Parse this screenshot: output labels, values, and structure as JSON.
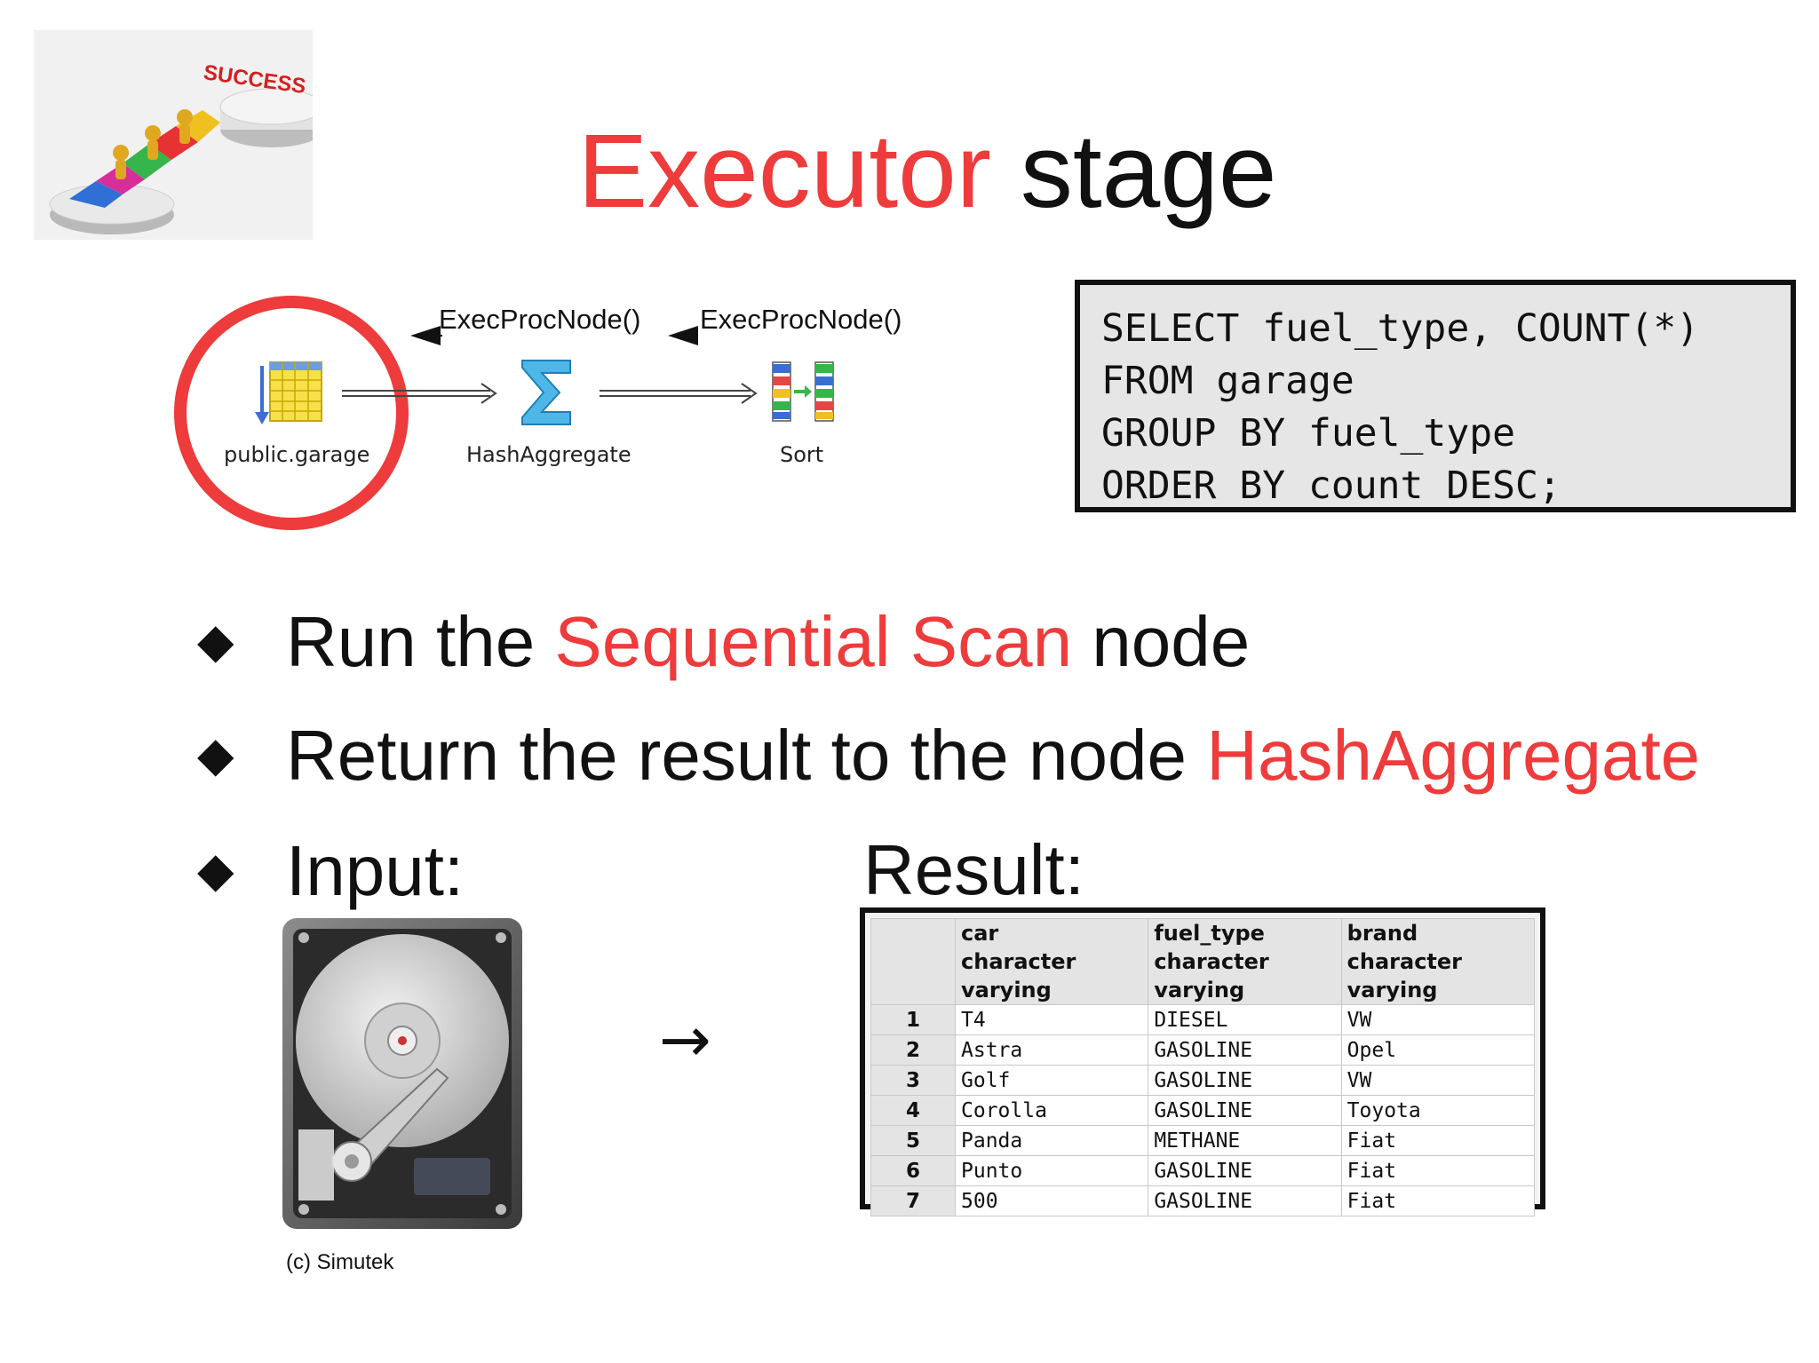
{
  "slide": {
    "title_accent": "Executor",
    "title_rest": " stage",
    "success_text": "SUCCESS"
  },
  "plan": {
    "call_1": "ExecProcNode()",
    "call_2": "ExecProcNode()",
    "nodes": [
      {
        "label": "public.garage",
        "icon": "table-scan-icon"
      },
      {
        "label": "HashAggregate",
        "icon": "sigma-icon"
      },
      {
        "label": "Sort",
        "icon": "sort-icon"
      }
    ],
    "highlight_color": "#ee3b3b"
  },
  "sql": {
    "lines": [
      "SELECT fuel_type, COUNT(*)",
      "FROM garage",
      "GROUP BY fuel_type",
      "ORDER BY count DESC;"
    ]
  },
  "bullets": {
    "b1_pre": "Run the ",
    "b1_accent": "Sequential Scan",
    "b1_post": " node",
    "b2_pre": "Return the result to the node ",
    "b2_accent": "HashAggregate",
    "b3": "Input:",
    "result_label": "Result:",
    "arrow": "→",
    "credit": "(c) Simutek"
  },
  "table": {
    "columns": [
      {
        "name": "car",
        "type": "character varying"
      },
      {
        "name": "fuel_type",
        "type": "character varying"
      },
      {
        "name": "brand",
        "type": "character varying"
      }
    ],
    "rows": [
      {
        "n": "1",
        "car": "T4",
        "fuel_type": "DIESEL",
        "brand": "VW"
      },
      {
        "n": "2",
        "car": "Astra",
        "fuel_type": "GASOLINE",
        "brand": "Opel"
      },
      {
        "n": "3",
        "car": "Golf",
        "fuel_type": "GASOLINE",
        "brand": "VW"
      },
      {
        "n": "4",
        "car": "Corolla",
        "fuel_type": "GASOLINE",
        "brand": "Toyota"
      },
      {
        "n": "5",
        "car": "Panda",
        "fuel_type": "METHANE",
        "brand": "Fiat"
      },
      {
        "n": "6",
        "car": "Punto",
        "fuel_type": "GASOLINE",
        "brand": "Fiat"
      },
      {
        "n": "7",
        "car": "500",
        "fuel_type": "GASOLINE",
        "brand": "Fiat"
      }
    ]
  },
  "colors": {
    "accent": "#ee3b3b",
    "sql_bg": "#e6e6e6"
  }
}
